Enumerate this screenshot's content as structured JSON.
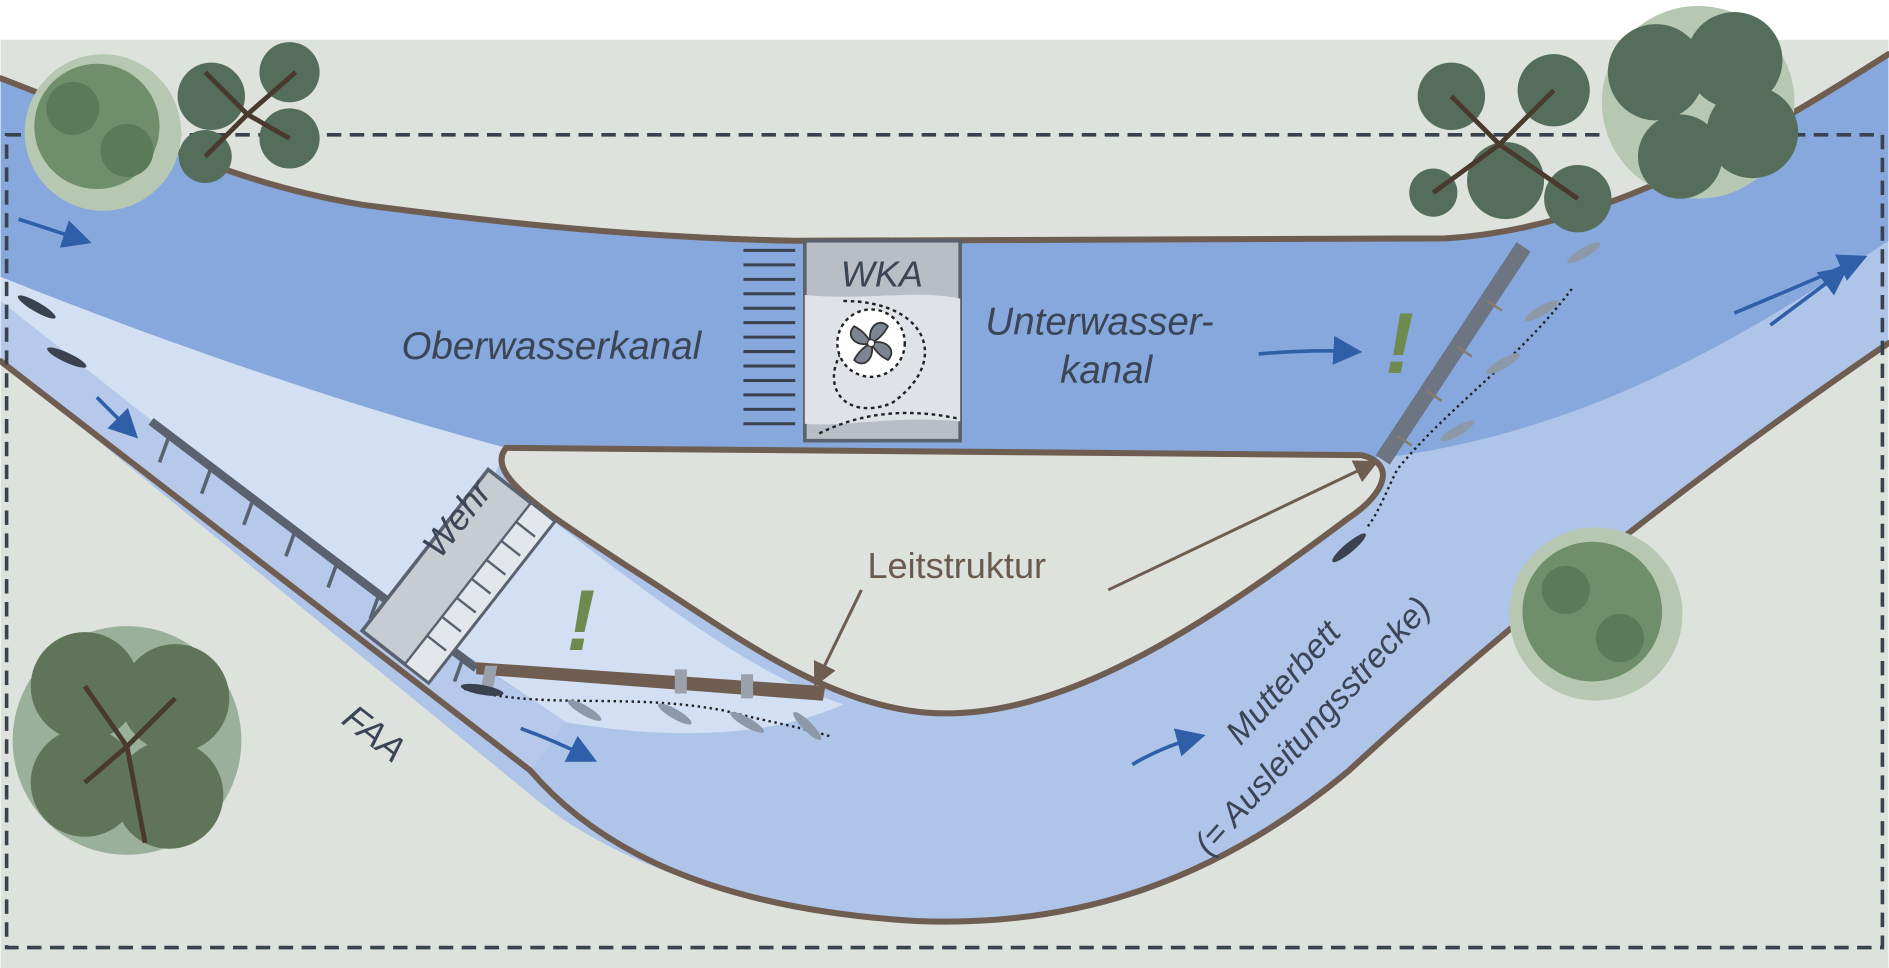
{
  "diagram": {
    "labels": {
      "oberwasserkanal": "Oberwasserkanal",
      "wka": "WKA",
      "unterwasser_line1": "Unterwasser-",
      "unterwasser_line2": "kanal",
      "wehr": "Wehr",
      "leitstruktur": "Leitstruktur",
      "faa": "FAA",
      "mutterbett_line1": "Mutterbett",
      "mutterbett_line2": "(= Ausleitungsstrecke)",
      "warning_left": "!",
      "warning_right": "!"
    },
    "colors": {
      "land": "#dde3dc",
      "canal_water": "#86a8dc",
      "river_water": "#aec4e8",
      "pale_water": "#d3e0f3",
      "bank": "#6e5d50",
      "arrow": "#2f5fa8",
      "tree_dark": "#556e5c",
      "tree_light": "#6f8f6a"
    }
  }
}
